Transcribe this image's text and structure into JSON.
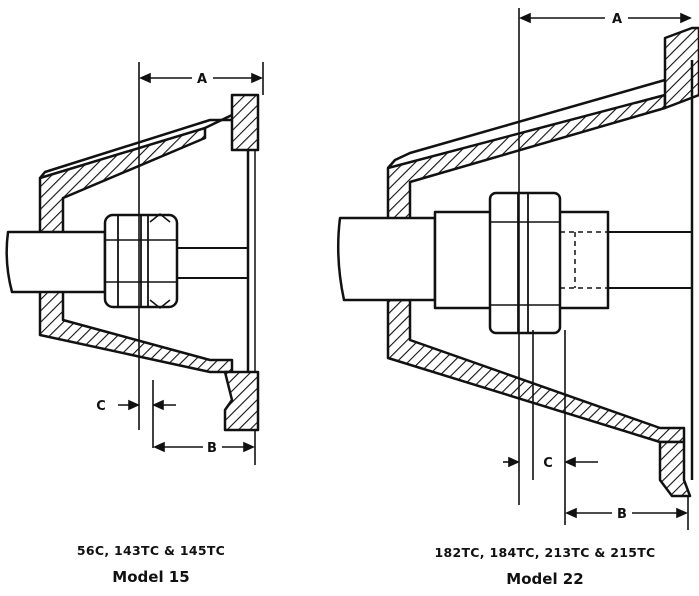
{
  "figures": [
    {
      "id": "model-15",
      "sizes": "56C, 143TC & 145TC",
      "model": "Model 15",
      "dimensions": {
        "a": "A",
        "b": "B",
        "c": "C"
      }
    },
    {
      "id": "model-22",
      "sizes": "182TC, 184TC, 213TC & 215TC",
      "model": "Model 22",
      "dimensions": {
        "a": "A",
        "b": "B",
        "c": "C"
      }
    }
  ],
  "colors": {
    "ink": "#111111",
    "paper": "#ffffff"
  }
}
